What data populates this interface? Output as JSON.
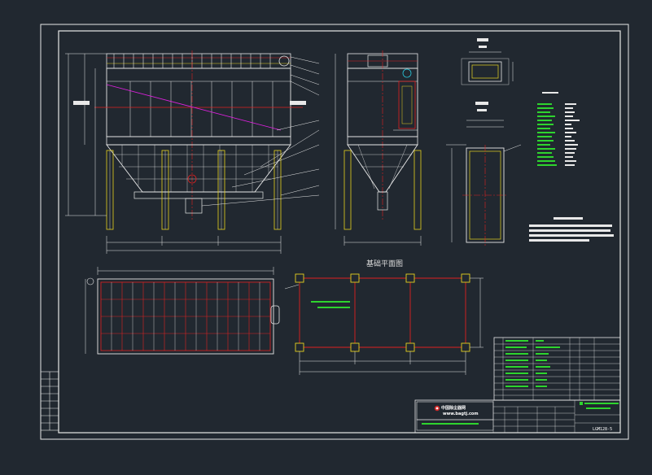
{
  "drawing": {
    "plan_title": "基础平面图",
    "company_name": "中国除尘器网",
    "company_url": "www.bagtj.com",
    "drawing_number": "LGM128-5"
  },
  "colors": {
    "background": "#212830",
    "line_white": "#e8e8e8",
    "line_yellow": "#e6d21e",
    "line_red": "#e02020",
    "line_green": "#2ed42e",
    "line_cyan": "#28c8dc",
    "line_magenta": "#e020e0",
    "logo_red": "#d22828"
  },
  "icons": {
    "logo": "company-logo-icon",
    "view_symbol": "section-arrow-icon"
  }
}
